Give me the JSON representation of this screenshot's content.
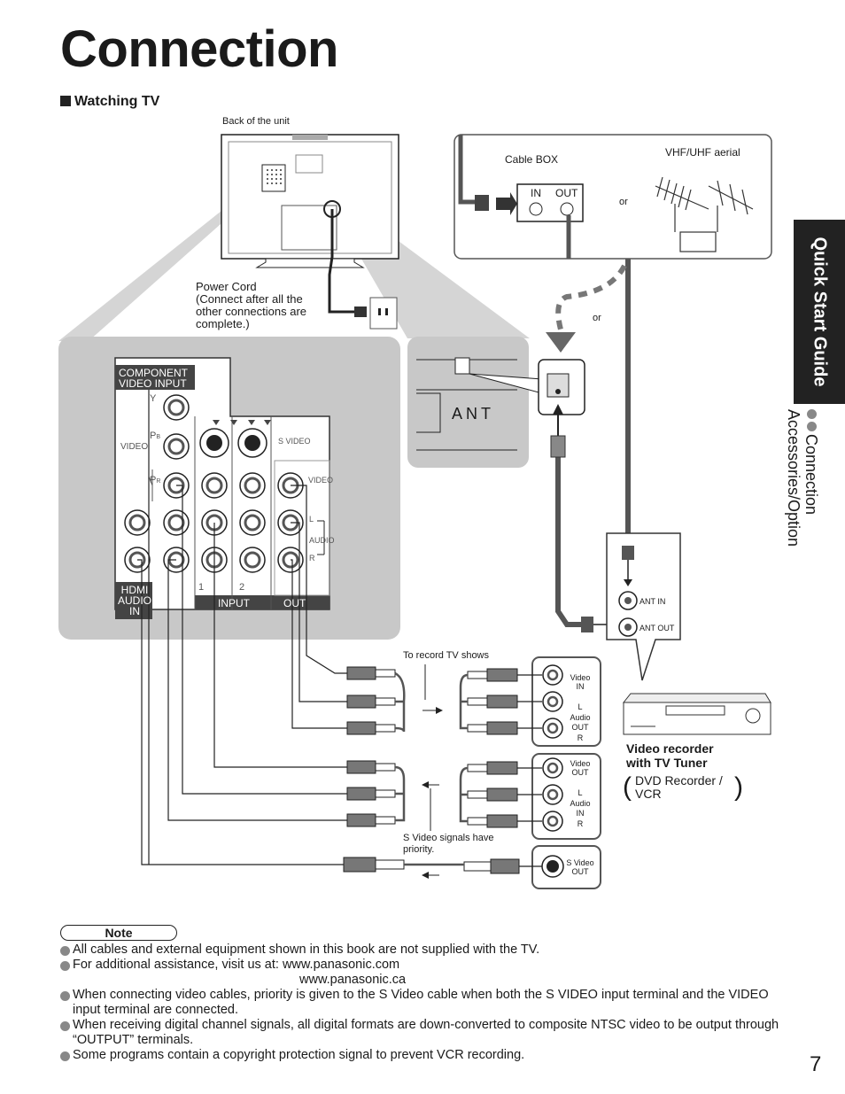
{
  "page": {
    "title": "Connection",
    "section": "Watching TV",
    "page_number": "7"
  },
  "side_tab": {
    "main": "Quick Start Guide",
    "sub1": "Connection",
    "sub2": "Accessories/Option"
  },
  "diagram": {
    "back_of_unit": "Back of the unit",
    "power_cord": [
      "Power Cord",
      "(Connect after all the",
      "other connections are",
      "complete.)"
    ],
    "cable_box": "Cable BOX",
    "cable_box_in": "IN",
    "cable_box_out": "OUT",
    "or_1": "or",
    "or_2": "or",
    "aerial": "VHF/UHF aerial",
    "ant": "ANT",
    "panel": {
      "component": "COMPONENT",
      "video_input": "VIDEO INPUT",
      "y": "Y",
      "pb": "P",
      "pb_sub": "B",
      "pr": "P",
      "pr_sub": "R",
      "video_left": "VIDEO",
      "s_video": "S VIDEO",
      "video_right": "VIDEO",
      "l": "L",
      "audio": "AUDIO",
      "r": "R",
      "hdmi": [
        "HDMI",
        "AUDIO",
        "IN"
      ],
      "input": "INPUT",
      "out": "OUT",
      "num1": "1",
      "num2": "2"
    },
    "ant_in": "ANT IN",
    "ant_out": "ANT OUT",
    "to_record": "To record TV shows",
    "svideo_priority": [
      "S Video signals have",
      "priority."
    ],
    "vcr_in": {
      "video": [
        "Video",
        "IN"
      ],
      "audio": [
        "L",
        "Audio",
        "OUT",
        "R"
      ]
    },
    "vcr_out": {
      "video": [
        "Video",
        "OUT"
      ],
      "audio": [
        "L",
        "Audio",
        "IN",
        "R"
      ]
    },
    "svideo_out": [
      "S Video",
      "OUT"
    ],
    "recorder_title": [
      "Video recorder",
      "with TV Tuner"
    ],
    "recorder_sub": [
      "DVD Recorder /",
      "VCR"
    ]
  },
  "note": {
    "label": "Note",
    "items": [
      "All cables and external equipment shown in this book are not supplied with the TV.",
      "For additional assistance, visit us at: www.panasonic.com",
      "When connecting video cables, priority is given to the S Video cable when both the S VIDEO input terminal and the VIDEO input terminal are connected.",
      "When receiving digital channel signals, all digital formats are down-converted to composite NTSC video to be output through “OUTPUT” terminals.",
      "Some programs contain a copyright protection signal to prevent VCR recording."
    ],
    "item2_cont": "www.panasonic.ca"
  },
  "colors": {
    "panel_gray": "#c8c8c8",
    "dark": "#1a1a1a",
    "bullet": "#888888"
  }
}
